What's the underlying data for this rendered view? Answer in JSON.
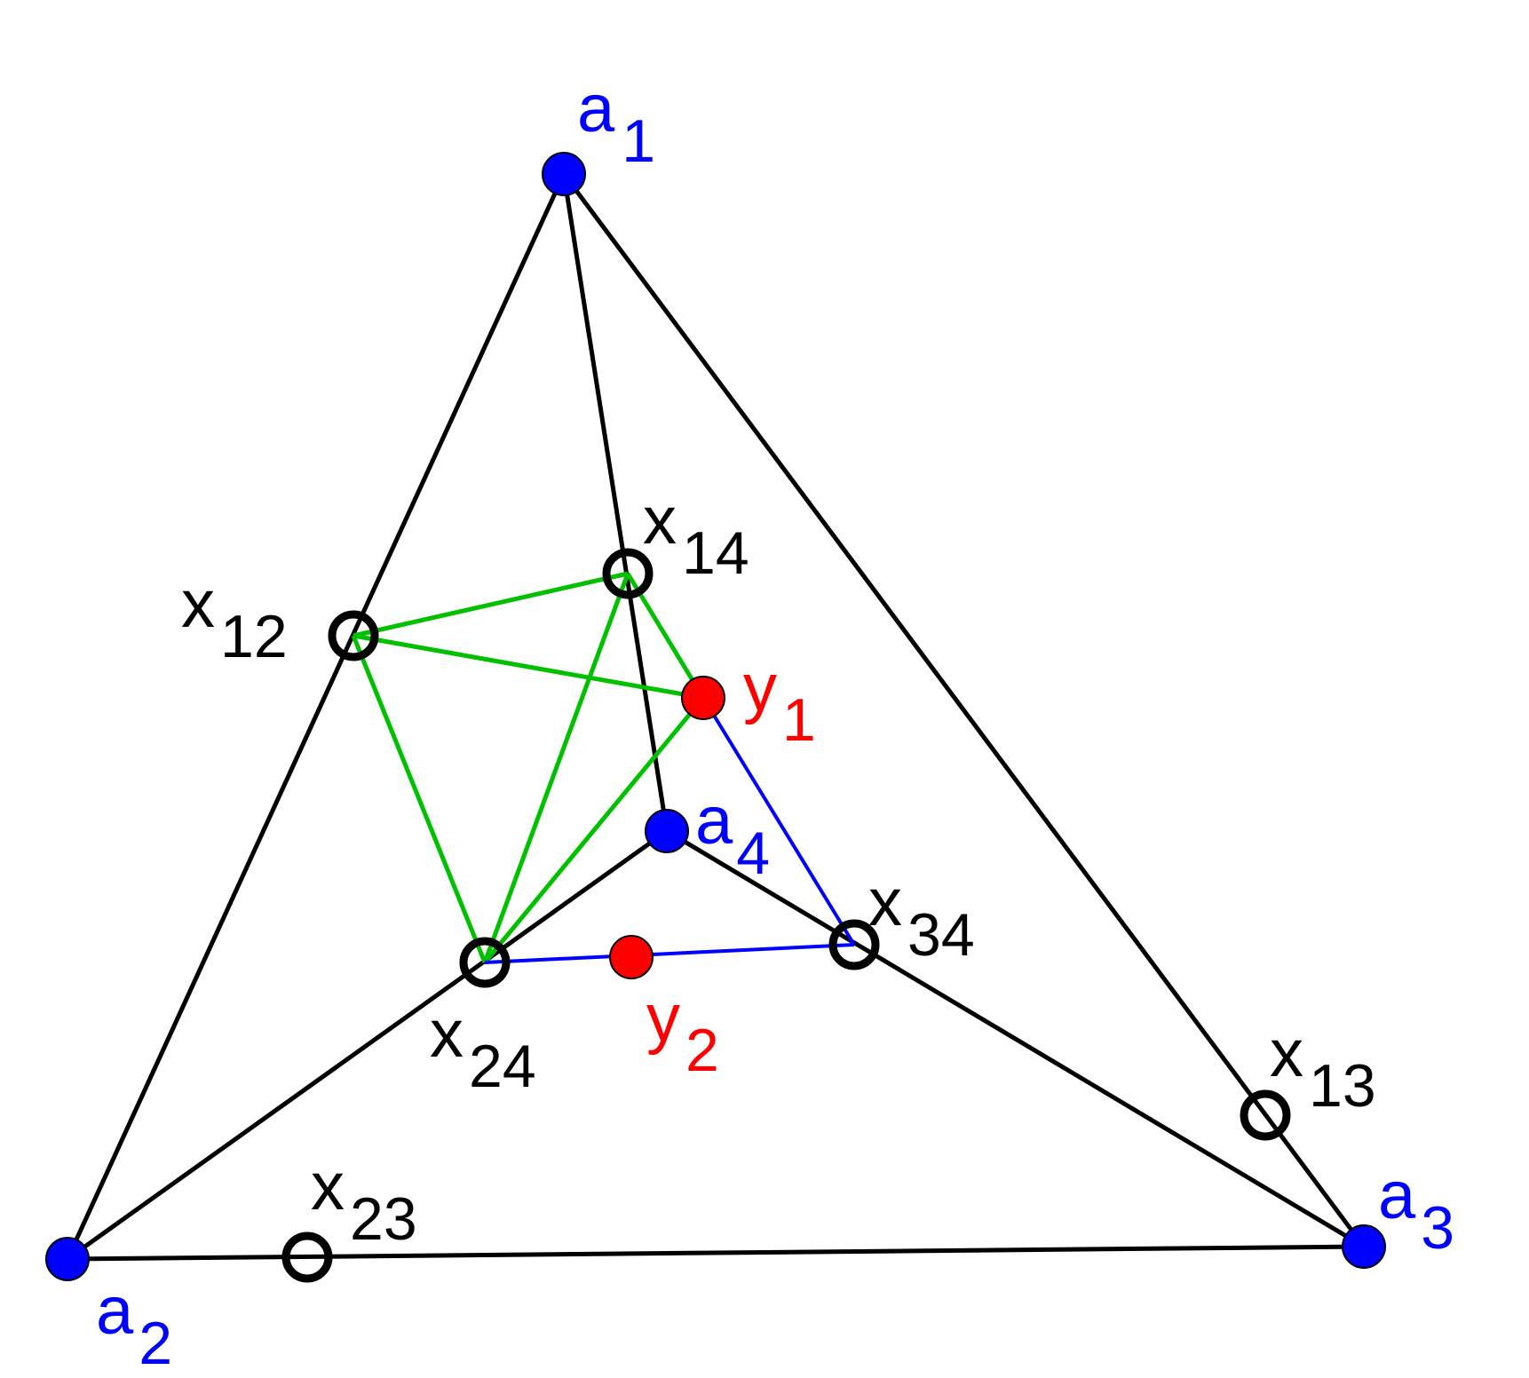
{
  "colors": {
    "edge": "#000000",
    "green_edge": "#00c000",
    "blue_edge": "#0000ff",
    "vertex_fill": "#0000ff",
    "y_fill": "#ff0000",
    "a_label": "#0000ff",
    "x_label": "#000000",
    "y_label": "#ff0000"
  },
  "labels": {
    "a1": {
      "base": "a",
      "sub": "1"
    },
    "a2": {
      "base": "a",
      "sub": "2"
    },
    "a3": {
      "base": "a",
      "sub": "3"
    },
    "a4": {
      "base": "a",
      "sub": "4"
    },
    "x12": {
      "base": "x",
      "sub": "12"
    },
    "x13": {
      "base": "x",
      "sub": "13"
    },
    "x14": {
      "base": "x",
      "sub": "14"
    },
    "x23": {
      "base": "x",
      "sub": "23"
    },
    "x24": {
      "base": "x",
      "sub": "24"
    },
    "x34": {
      "base": "x",
      "sub": "34"
    },
    "y1": {
      "base": "y",
      "sub": "1"
    },
    "y2": {
      "base": "y",
      "sub": "2"
    }
  }
}
